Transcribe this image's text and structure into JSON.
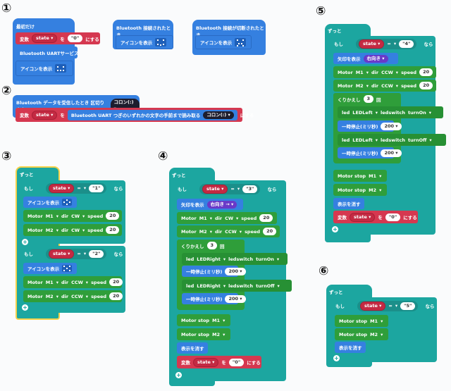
{
  "labels": {
    "n1": "①",
    "n2": "②",
    "n3": "③",
    "n4": "④",
    "n5": "⑤",
    "n6": "⑥"
  },
  "g1": {
    "start": "最初だけ",
    "set_var_prefix": "変数",
    "var_name": "state",
    "to": "を",
    "value0": "\"0\"",
    "set_suffix": "にする",
    "uart": "Bluetooth UARTサービス",
    "show_icon": "アイコンを表示"
  },
  "g_conn": {
    "title": "Bluetooth 接続されたとき",
    "show_icon": "アイコンを表示"
  },
  "g_disc": {
    "title": "Bluetooth 接続が切断されたとき",
    "show_icon": "アイコンを表示"
  },
  "g2": {
    "title": "Bluetooth データを受信したとき 区切り文字",
    "delim": "コロン(:)",
    "set_prefix": "変数",
    "var_name": "state",
    "to": "を",
    "read": "Bluetooth UART つぎのいずれかの文字の手前まで読み取る",
    "set_suffix": "にする"
  },
  "g3": {
    "forever": "ずっと",
    "if": "もし",
    "then": "なら",
    "state": "state",
    "eq": "=",
    "v1": "\"1\"",
    "v2": "\"2\"",
    "show_icon": "アイコンを表示",
    "motor": "Motor",
    "m1": "M1",
    "m2": "M2",
    "dir": "dir",
    "cw": "CW",
    "ccw": "CCW",
    "speed": "speed",
    "sp": "20"
  },
  "g4": {
    "forever": "ずっと",
    "if": "もし",
    "then": "なら",
    "state": "state",
    "eq": "=",
    "v3": "\"3\"",
    "arrow": "矢印を表示",
    "right": "右向き",
    "motor": "Motor",
    "m1": "M1",
    "m2": "M2",
    "dir": "dir",
    "cw": "CW",
    "ccw": "CCW",
    "speed": "speed",
    "sp": "20",
    "repeat": "くりかえし",
    "times": "3",
    "kai": "回",
    "led": "led",
    "ledright": "LEDRight",
    "ledswitch": "ledswitch",
    "on": "turnOn",
    "off": "turnOff",
    "pause": "一時停止(ミリ秒)",
    "ms": "200",
    "motor_stop": "Motor stop",
    "clear": "表示を消す",
    "set_prefix": "変数",
    "to": "を",
    "v0": "\"0\"",
    "set_suffix": "にする"
  },
  "g5": {
    "forever": "ずっと",
    "if": "もし",
    "then": "なら",
    "state": "state",
    "eq": "=",
    "v4": "\"4\"",
    "arrow": "矢印を表示",
    "right": "右向き",
    "motor": "Motor",
    "m1": "M1",
    "m2": "M2",
    "dir": "dir",
    "ccw": "CCW",
    "speed": "speed",
    "sp": "20",
    "repeat": "くりかえし",
    "times": "3",
    "kai": "回",
    "led": "led",
    "ledleft": "LEDLeft",
    "ledswitch": "ledswitch",
    "on": "turnOn",
    "off": "turnOff",
    "pause": "一時停止(ミリ秒)",
    "ms": "200",
    "motor_stop": "Motor stop",
    "clear": "表示を消す",
    "set_prefix": "変数",
    "to": "を",
    "v0": "\"0\"",
    "set_suffix": "にする"
  },
  "g6": {
    "forever": "ずっと",
    "if": "もし",
    "then": "なら",
    "state": "state",
    "eq": "=",
    "v5": "\"5\"",
    "motor_stop": "Motor stop",
    "m1": "M1",
    "m2": "M2",
    "clear": "表示を消す"
  }
}
